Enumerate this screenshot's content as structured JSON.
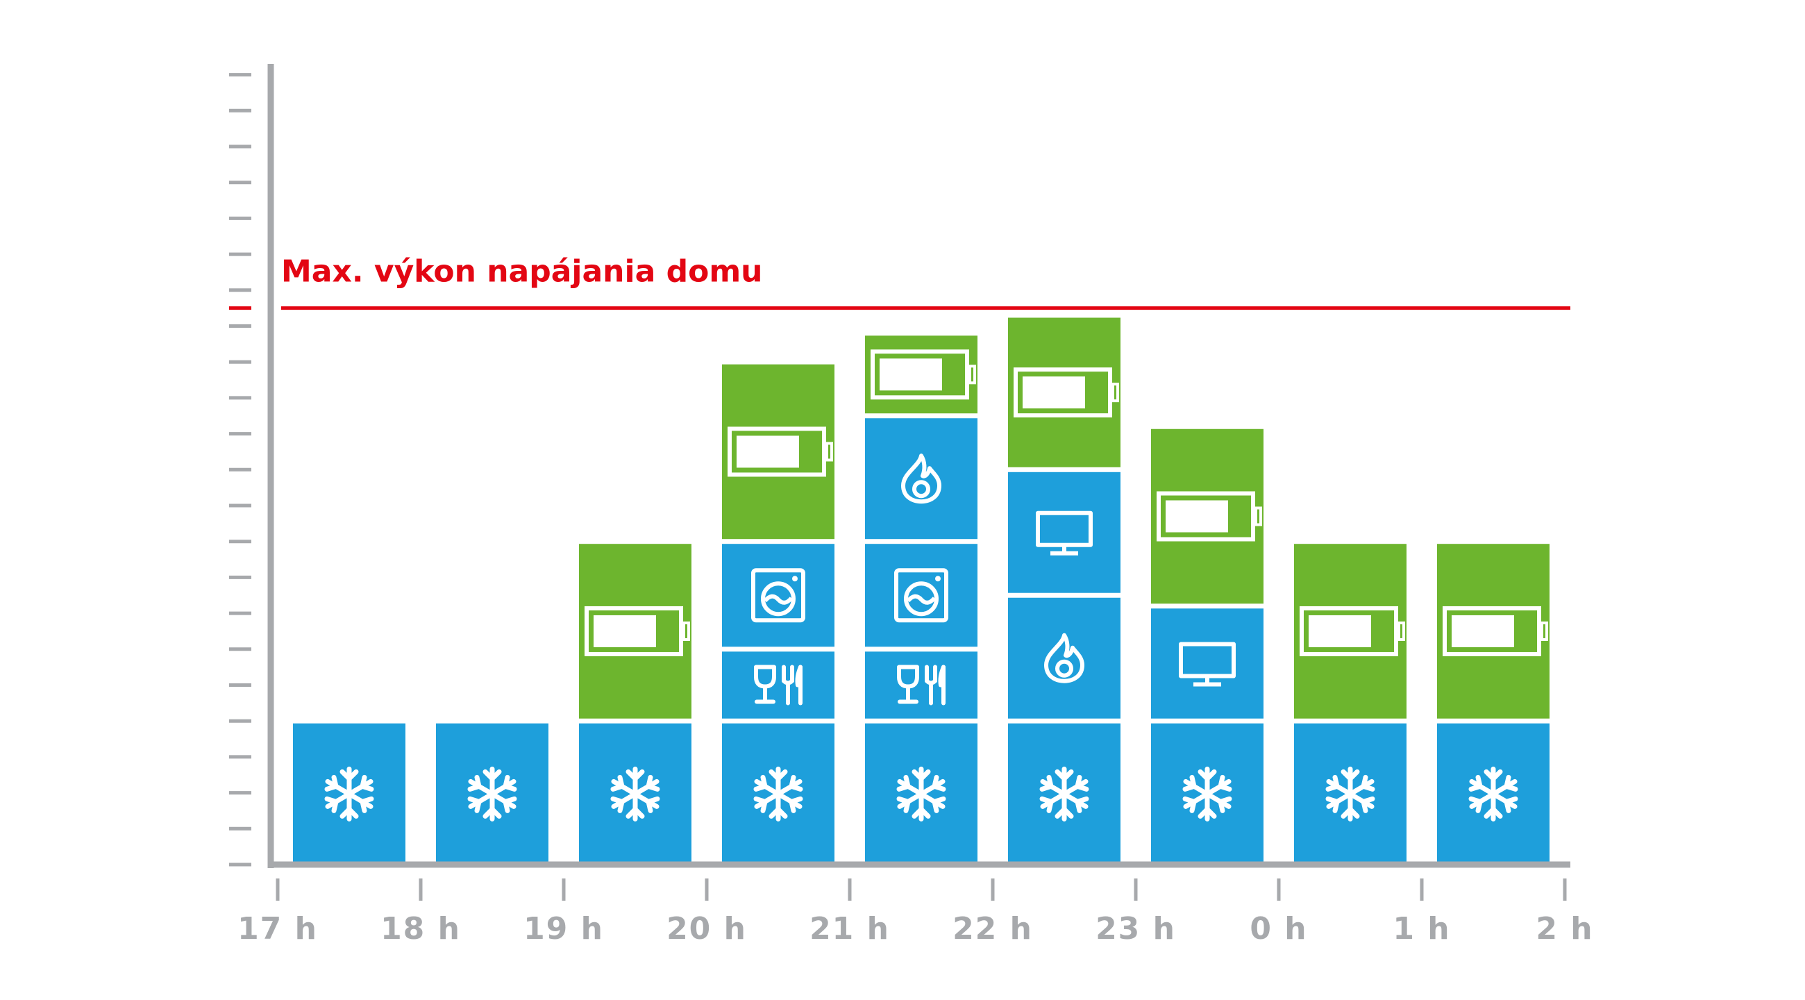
{
  "colors": {
    "appliance": "#1e9fdb",
    "battery": "#6db52e",
    "limit": "#e30613",
    "axis": "#a7a9ac",
    "icon": "#ffffff"
  },
  "chart_data": {
    "type": "bar",
    "stacked": true,
    "x_ticks": [
      "17 h",
      "18 h",
      "19 h",
      "20 h",
      "21 h",
      "22 h",
      "23 h",
      "0 h",
      "1 h",
      "2 h"
    ],
    "ylim": [
      0,
      22
    ],
    "y_tick_count": 22,
    "grid": false,
    "max_line": {
      "label": "Max. výkon napájania domu",
      "value": 15.5
    },
    "slots": [
      {
        "segments": [
          {
            "value": 4,
            "kind": "appliance",
            "icon": "snowflake-icon"
          }
        ]
      },
      {
        "segments": [
          {
            "value": 4,
            "kind": "appliance",
            "icon": "snowflake-icon"
          }
        ]
      },
      {
        "segments": [
          {
            "value": 4,
            "kind": "appliance",
            "icon": "snowflake-icon"
          },
          {
            "value": 5,
            "kind": "battery",
            "icon": "battery-icon"
          }
        ]
      },
      {
        "segments": [
          {
            "value": 4,
            "kind": "appliance",
            "icon": "snowflake-icon"
          },
          {
            "value": 2,
            "kind": "appliance",
            "icon": "dishwasher-icon"
          },
          {
            "value": 3,
            "kind": "appliance",
            "icon": "washing-machine-icon"
          },
          {
            "value": 5,
            "kind": "battery",
            "icon": "battery-icon"
          }
        ]
      },
      {
        "segments": [
          {
            "value": 4,
            "kind": "appliance",
            "icon": "snowflake-icon"
          },
          {
            "value": 2,
            "kind": "appliance",
            "icon": "dishwasher-icon"
          },
          {
            "value": 3,
            "kind": "appliance",
            "icon": "washing-machine-icon"
          },
          {
            "value": 3.5,
            "kind": "appliance",
            "icon": "water-heater-icon"
          },
          {
            "value": 2.3,
            "kind": "battery",
            "icon": "battery-icon"
          }
        ]
      },
      {
        "segments": [
          {
            "value": 4,
            "kind": "appliance",
            "icon": "snowflake-icon"
          },
          {
            "value": 3.5,
            "kind": "appliance",
            "icon": "water-heater-icon"
          },
          {
            "value": 3.5,
            "kind": "appliance",
            "icon": "tv-icon"
          },
          {
            "value": 4.3,
            "kind": "battery",
            "icon": "battery-icon"
          }
        ]
      },
      {
        "segments": [
          {
            "value": 4,
            "kind": "appliance",
            "icon": "snowflake-icon"
          },
          {
            "value": 3.2,
            "kind": "appliance",
            "icon": "tv-icon"
          },
          {
            "value": 5,
            "kind": "battery",
            "icon": "battery-icon"
          }
        ]
      },
      {
        "segments": [
          {
            "value": 4,
            "kind": "appliance",
            "icon": "snowflake-icon"
          },
          {
            "value": 5,
            "kind": "battery",
            "icon": "battery-icon"
          }
        ]
      },
      {
        "segments": [
          {
            "value": 4,
            "kind": "appliance",
            "icon": "snowflake-icon"
          },
          {
            "value": 5,
            "kind": "battery",
            "icon": "battery-icon"
          }
        ]
      }
    ]
  }
}
